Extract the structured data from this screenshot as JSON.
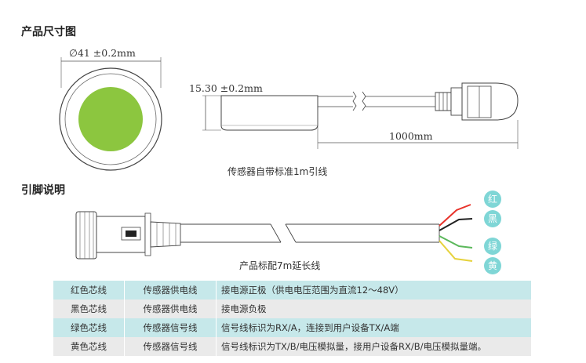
{
  "title_dimensions": "产品尺寸图",
  "title_pins": "引脚说明",
  "dim_diameter": "∅41 ±0.2mm",
  "dim_height": "15.30 ±0.2mm",
  "dim_cable_length": "1000mm",
  "caption_sensor": "传感器自带标准1m引线",
  "caption_cable": "产品标配7m延长线",
  "wire_labels": [
    {
      "label": "红",
      "color": "#e8322a"
    },
    {
      "label": "黑",
      "color": "#222222"
    },
    {
      "label": "绿",
      "color": "#5bb85b"
    },
    {
      "label": "黄",
      "color": "#e6d23c"
    }
  ],
  "sensor_face_color": "#8cc63f",
  "table_rows": [
    {
      "wire": "红色芯线",
      "type": "传感器供电线",
      "desc": "接电源正极（供电电压范围为直流12～48V）"
    },
    {
      "wire": "黑色芯线",
      "type": "传感器供电线",
      "desc": "接电源负极"
    },
    {
      "wire": "绿色芯线",
      "type": "传感器信号线",
      "desc": "信号线标识为RX/A，连接到用户设备TX/A端"
    },
    {
      "wire": "黄色芯线",
      "type": "传感器信号线",
      "desc": "信号线标识为TX/B/电压模拟量，接用户设备RX/B/电压模拟量端。"
    }
  ]
}
